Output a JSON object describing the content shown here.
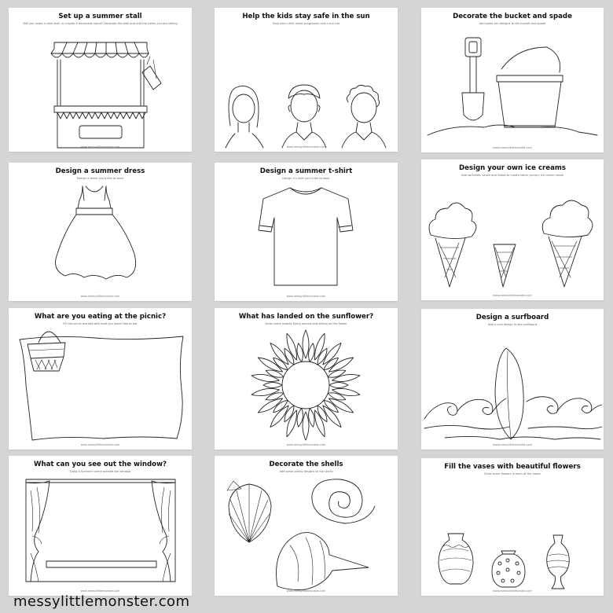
{
  "brand": {
    "site": "messylittlemonster.com"
  },
  "pages": [
    {
      "title": "Set up a summer stall",
      "subtitle": "Will you make a cake stall, or maybe a lemonade stand? Decorate the stall and add the items you are selling",
      "footer": "www.messylittlemonster.com",
      "art": "market-stall"
    },
    {
      "title": "Help the kids stay safe in the sun",
      "subtitle": "Give each child some sunglasses and a sun hat",
      "footer": "www.messylittlemonster.com",
      "art": "three-children"
    },
    {
      "title": "Decorate the bucket and spade",
      "subtitle": "Add some fun designs to the bucket and spade",
      "footer": "www.messylittlemonster.com",
      "art": "bucket-and-spade"
    },
    {
      "title": "Design a summer dress",
      "subtitle": "Design a dress you'd like to wear",
      "footer": "www.messylittlemonster.com",
      "art": "dress"
    },
    {
      "title": "Design a summer t-shirt",
      "subtitle": "Design a t-shirt you'd like to wear",
      "footer": "www.messylittlemonster.com",
      "art": "t-shirt"
    },
    {
      "title": "Design your own ice creams",
      "subtitle": "Add sprinkles, sauce and flakes to create some yummy ice cream treats",
      "footer": "www.messylittlemonster.com",
      "art": "ice-creams"
    },
    {
      "title": "What are you eating at the picnic?",
      "subtitle": "Fill the picnic blanket with food you would like to eat",
      "footer": "www.messylittlemonster.com",
      "art": "picnic-blanket"
    },
    {
      "title": "What has landed on the sunflower?",
      "subtitle": "Draw some insects flying around and sitting on the flower",
      "footer": "www.messylittlemonster.com",
      "art": "sunflower"
    },
    {
      "title": "Design a surfboard",
      "subtitle": "Add a cool design to the surfboard",
      "footer": "www.messylittlemonster.com",
      "art": "surfboard"
    },
    {
      "title": "What can you see out the window?",
      "subtitle": "Draw a Summer scene outside the window",
      "footer": "www.messylittlemonster.com",
      "art": "window"
    },
    {
      "title": "Decorate the shells",
      "subtitle": "Add some pretty designs to the shells",
      "footer": "www.messylittlemonster.com",
      "art": "shells"
    },
    {
      "title": "Fill the vases with beautiful flowers",
      "subtitle": "Draw some flowers in each of the vases",
      "footer": "www.messylittlemonster.com",
      "art": "vases"
    }
  ]
}
